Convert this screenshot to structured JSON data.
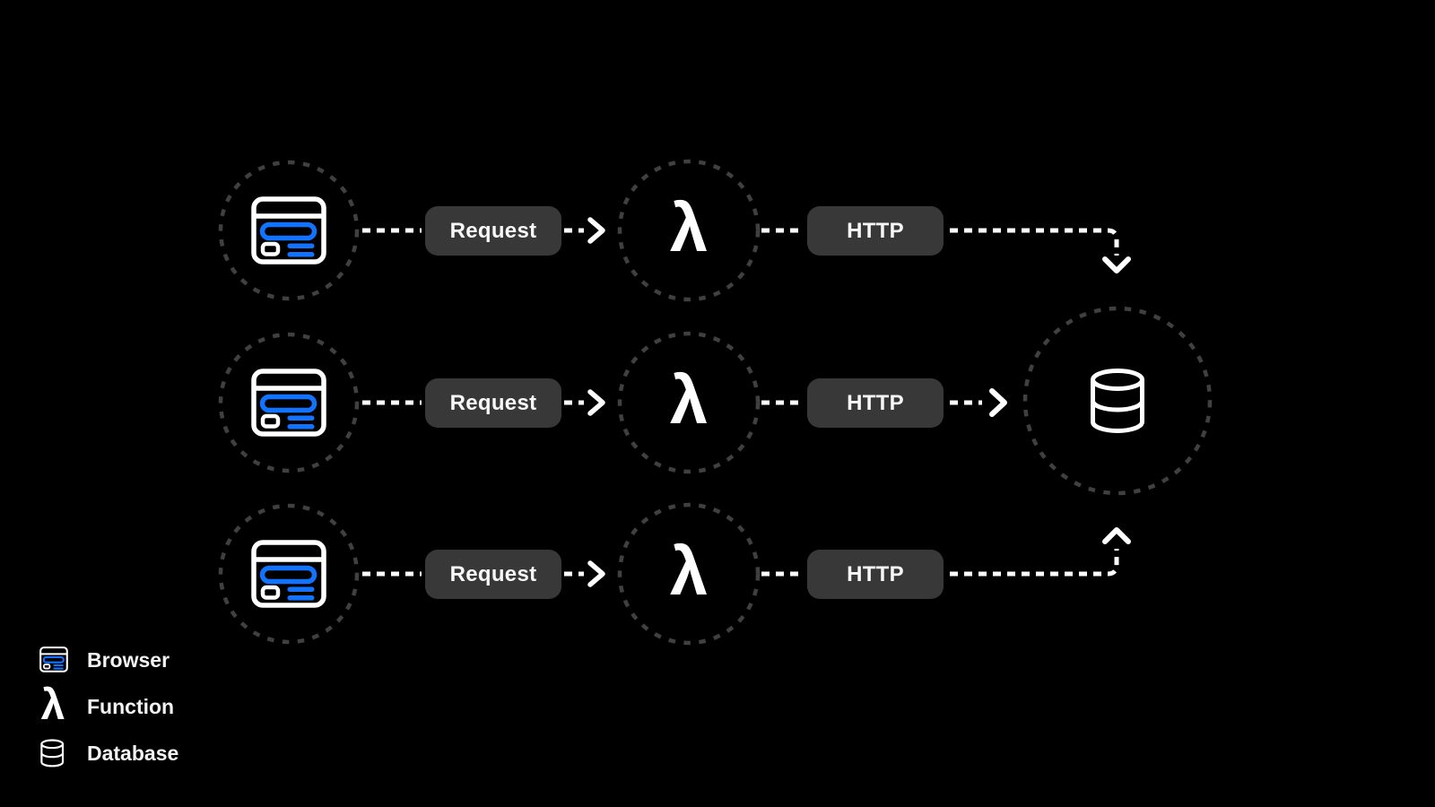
{
  "colors": {
    "background": "#000000",
    "accent_blue": "#1273ff",
    "pill_background": "#383838",
    "pill_text": "#f7f7f7",
    "node_circle_dash": "#404040",
    "connector_white": "#ffffff",
    "legend_text": "#f2f2f2"
  },
  "flow": {
    "rows": [
      {
        "source_icon": "browser-icon",
        "request_label": "Request",
        "function_icon": "lambda-icon",
        "function_glyph": "λ",
        "http_label": "HTTP"
      },
      {
        "source_icon": "browser-icon",
        "request_label": "Request",
        "function_icon": "lambda-icon",
        "function_glyph": "λ",
        "http_label": "HTTP"
      },
      {
        "source_icon": "browser-icon",
        "request_label": "Request",
        "function_icon": "lambda-icon",
        "function_glyph": "λ",
        "http_label": "HTTP"
      }
    ],
    "target_icon": "database-icon"
  },
  "legend": {
    "items": [
      {
        "icon": "browser-icon",
        "label": "Browser"
      },
      {
        "icon": "lambda-icon",
        "glyph": "λ",
        "label": "Function"
      },
      {
        "icon": "database-icon",
        "label": "Database"
      }
    ]
  }
}
